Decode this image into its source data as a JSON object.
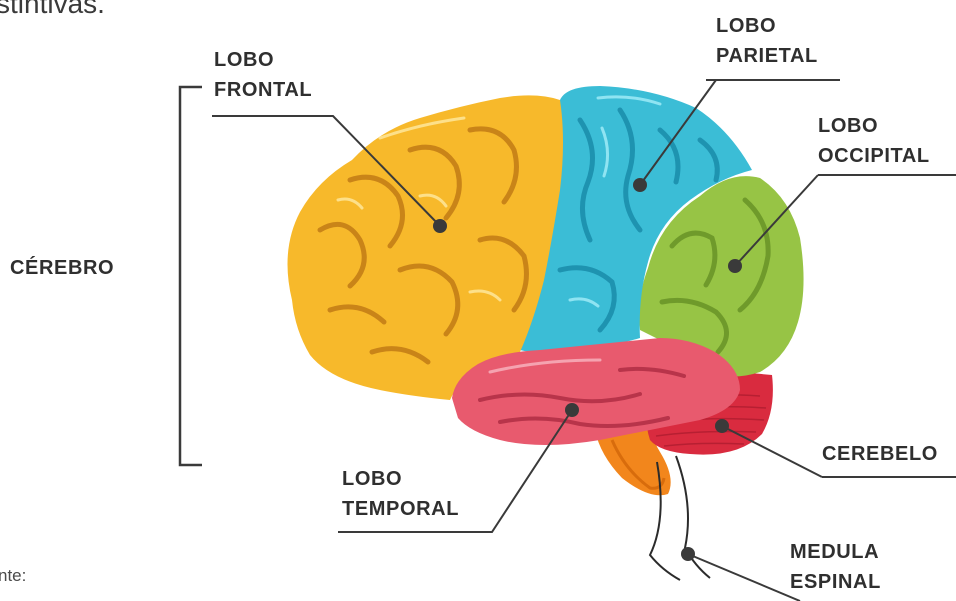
{
  "header": {
    "text": "stintivas."
  },
  "footer": {
    "text": "nte:"
  },
  "labels": {
    "cerebro": "CÉREBRO",
    "frontal": [
      "LOBO",
      "FRONTAL"
    ],
    "parietal": [
      "LOBO",
      "PARIETAL"
    ],
    "occipital": [
      "LOBO",
      "OCCIPITAL"
    ],
    "temporal": [
      "LOBO",
      "TEMPORAL"
    ],
    "cerebelo": "CEREBELO",
    "medula": [
      "MEDULA",
      "ESPINAL"
    ]
  },
  "colors": {
    "frontal": "#f7b92b",
    "parietal": "#3bbdd6",
    "occipital": "#97c445",
    "temporal": "#e85a6e",
    "cerebelo": "#d92b3f",
    "brainstem": "#f2861c",
    "leader": "#3a3a3a"
  }
}
